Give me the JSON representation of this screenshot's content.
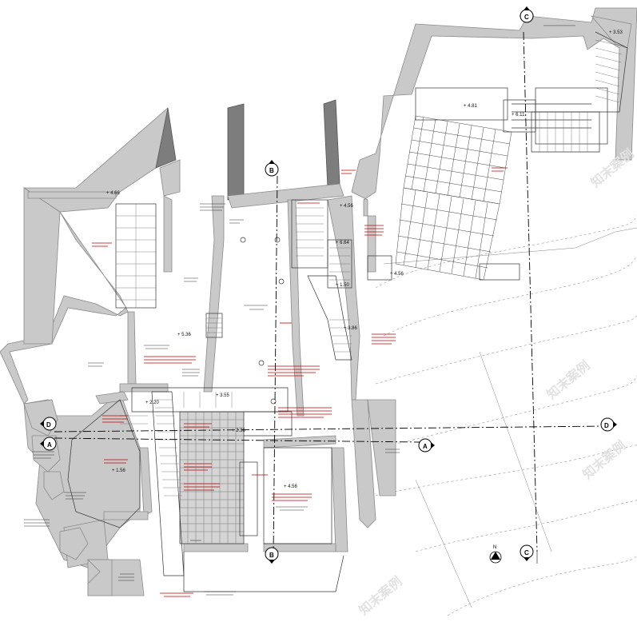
{
  "section_markers": [
    {
      "letter": "C"
    },
    {
      "letter": "C"
    },
    {
      "letter": "B"
    },
    {
      "letter": "B"
    },
    {
      "letter": "A"
    },
    {
      "letter": "A"
    },
    {
      "letter": "D"
    },
    {
      "letter": "D"
    }
  ],
  "levels": [
    "+ 4.66",
    "+ 4.81",
    "+ 6.11",
    "+ 4.56",
    "+ 6.64",
    "+ 4.56",
    "+ 1.50",
    "+ 5.36",
    "+ 3.55",
    "+ 2.20",
    "+ 2.36",
    "+ 4.56",
    "+ 1.56",
    "+ 3.86",
    "+ 3.53"
  ],
  "north": {
    "letter": "N"
  },
  "watermark": "知末案例"
}
